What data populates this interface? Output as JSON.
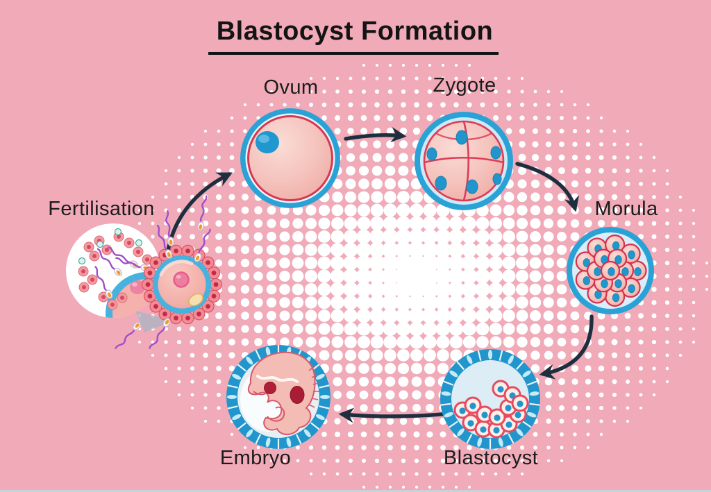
{
  "title": "Blastocyst Formation",
  "stages": [
    {
      "id": "fertilisation",
      "label": "Fertilisation"
    },
    {
      "id": "ovum",
      "label": "Ovum"
    },
    {
      "id": "zygote",
      "label": "Zygote"
    },
    {
      "id": "morula",
      "label": "Morula"
    },
    {
      "id": "blastocyst",
      "label": "Blastocyst"
    },
    {
      "id": "embryo",
      "label": "Embryo"
    }
  ],
  "colors": {
    "background": "#f0aab8",
    "halftone_dot": "#ffffff",
    "title_text": "#141414",
    "arrow": "#1d2f3f",
    "membrane_blue": "#2aa2d6",
    "inner_blue": "#d9eef8",
    "cell_pink": "#f5c3bd",
    "cell_pink_light": "#fadcd6",
    "cell_outline_red": "#d6304e",
    "nucleus_blue": "#2196cc",
    "sperm_tail_purple": "#a14fc9",
    "sperm_head_orange": "#f09a2e",
    "embryo_dark_red": "#a81d35"
  }
}
